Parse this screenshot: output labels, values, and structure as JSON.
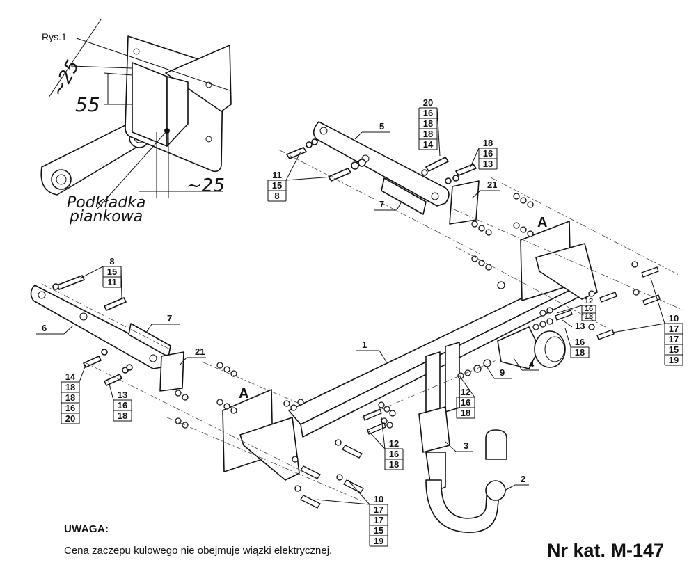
{
  "figure": {
    "label": "Rys.1",
    "dim_25": "~25",
    "dim_55": "55",
    "foam_pad_line1": "Podkładka",
    "foam_pad_line2": "piankowa"
  },
  "section_marks": {
    "a": "A"
  },
  "parts": {
    "p1": "1",
    "p2": "2",
    "p3": "3",
    "p4": "4",
    "p5": "5",
    "p6": "6",
    "p7": "7",
    "p9": "9",
    "p13": "13",
    "p14": "14",
    "p21": "21"
  },
  "stacks": {
    "right_bracket_top": [
      "20",
      "16",
      "18",
      "18",
      "14"
    ],
    "right_bracket_small": [
      "18",
      "16",
      "13"
    ],
    "right_bracket_left": [
      "11",
      "15",
      "8"
    ],
    "left_bracket_top": [
      "8",
      "15",
      "11"
    ],
    "left_bracket_front": [
      "14",
      "18",
      "18",
      "16",
      "20"
    ],
    "left_bracket_mid": [
      "13",
      "16",
      "18"
    ],
    "socket_bolts": [
      "12",
      "16",
      "18"
    ],
    "socket_side": [
      "16",
      "18"
    ],
    "center_right": [
      "12",
      "16",
      "18"
    ],
    "center_left": [
      "12",
      "16",
      "18"
    ],
    "bottom_bolts": [
      "10",
      "17",
      "17",
      "15",
      "19"
    ],
    "right_bolts": [
      "10",
      "17",
      "17",
      "15",
      "19"
    ]
  },
  "note": {
    "title": "UWAGA:",
    "text": "Cena zaczepu kulowego nie obejmuje wiązki elektrycznej."
  },
  "catalog": "Nr kat. M-147"
}
